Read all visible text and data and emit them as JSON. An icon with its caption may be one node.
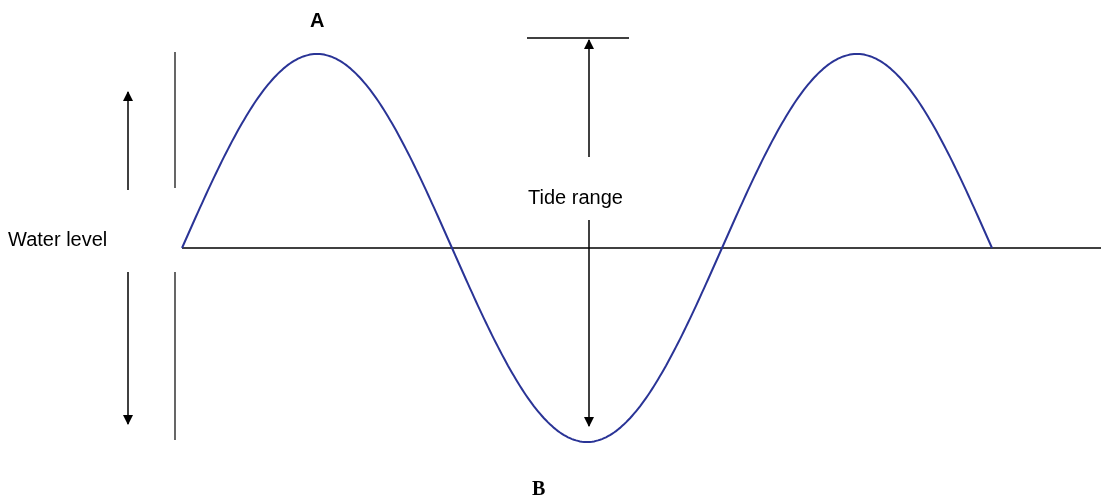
{
  "diagram": {
    "labels": [
      "A",
      "Tide range",
      "Water level",
      "B"
    ]
  }
}
